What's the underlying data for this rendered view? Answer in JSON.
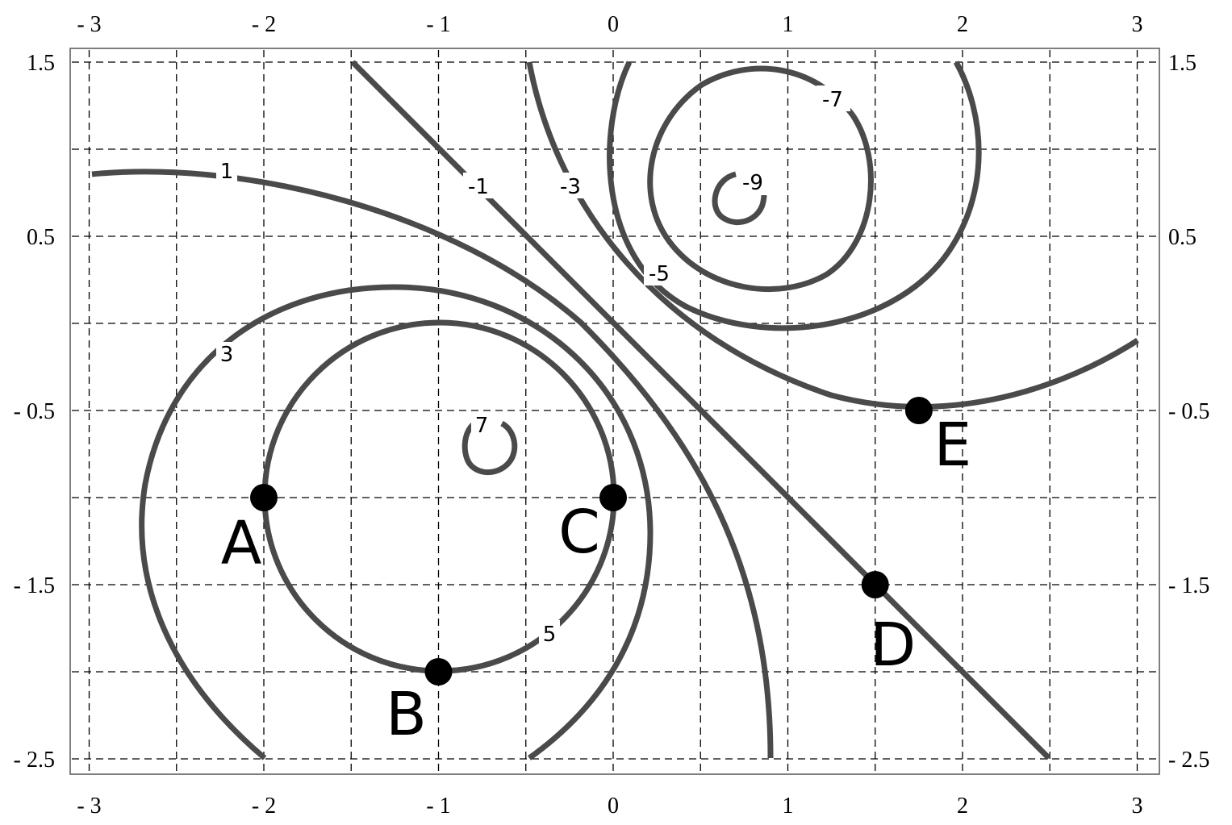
{
  "diagram": {
    "x_ticks": [
      "- 3",
      "- 2",
      "- 1",
      "0",
      "1",
      "2",
      "3"
    ],
    "x_tick_values": [
      -3,
      -2,
      -1,
      0,
      1,
      2,
      3
    ],
    "y_ticks": [
      "1.5",
      "0.5",
      "- 0.5",
      "- 1.5",
      "- 2.5"
    ],
    "y_tick_values": [
      1.5,
      0.5,
      -0.5,
      -1.5,
      -2.5
    ],
    "grid_x": [
      -3,
      -2.5,
      -2,
      -1.5,
      -1,
      -0.5,
      0,
      0.5,
      1,
      1.5,
      2,
      2.5,
      3
    ],
    "grid_y": [
      1.5,
      1,
      0.5,
      0,
      -0.5,
      -1,
      -1.5,
      -2,
      -2.5
    ],
    "x_range": [
      -3.12,
      3.12
    ],
    "y_range": [
      -2.58,
      1.6
    ],
    "contour_levels": [
      {
        "label": "1",
        "level": 1
      },
      {
        "label": "-1",
        "level": -1
      },
      {
        "label": "-3",
        "level": -3
      },
      {
        "label": "-5",
        "level": -5
      },
      {
        "label": "-7",
        "level": -7
      },
      {
        "label": "-9",
        "level": -9
      },
      {
        "label": "3",
        "level": 3
      },
      {
        "label": "5",
        "level": 5
      },
      {
        "label": "7",
        "level": 7
      }
    ],
    "points": [
      {
        "label": "A",
        "x": -2,
        "y": -1
      },
      {
        "label": "B",
        "x": -1,
        "y": -2
      },
      {
        "label": "C",
        "x": 0,
        "y": -1
      },
      {
        "label": "D",
        "x": 1.5,
        "y": -1.5
      },
      {
        "label": "E",
        "x": 1.75,
        "y": -0.5
      }
    ],
    "line_color": "#4a4a4a",
    "point_color": "#000000"
  }
}
